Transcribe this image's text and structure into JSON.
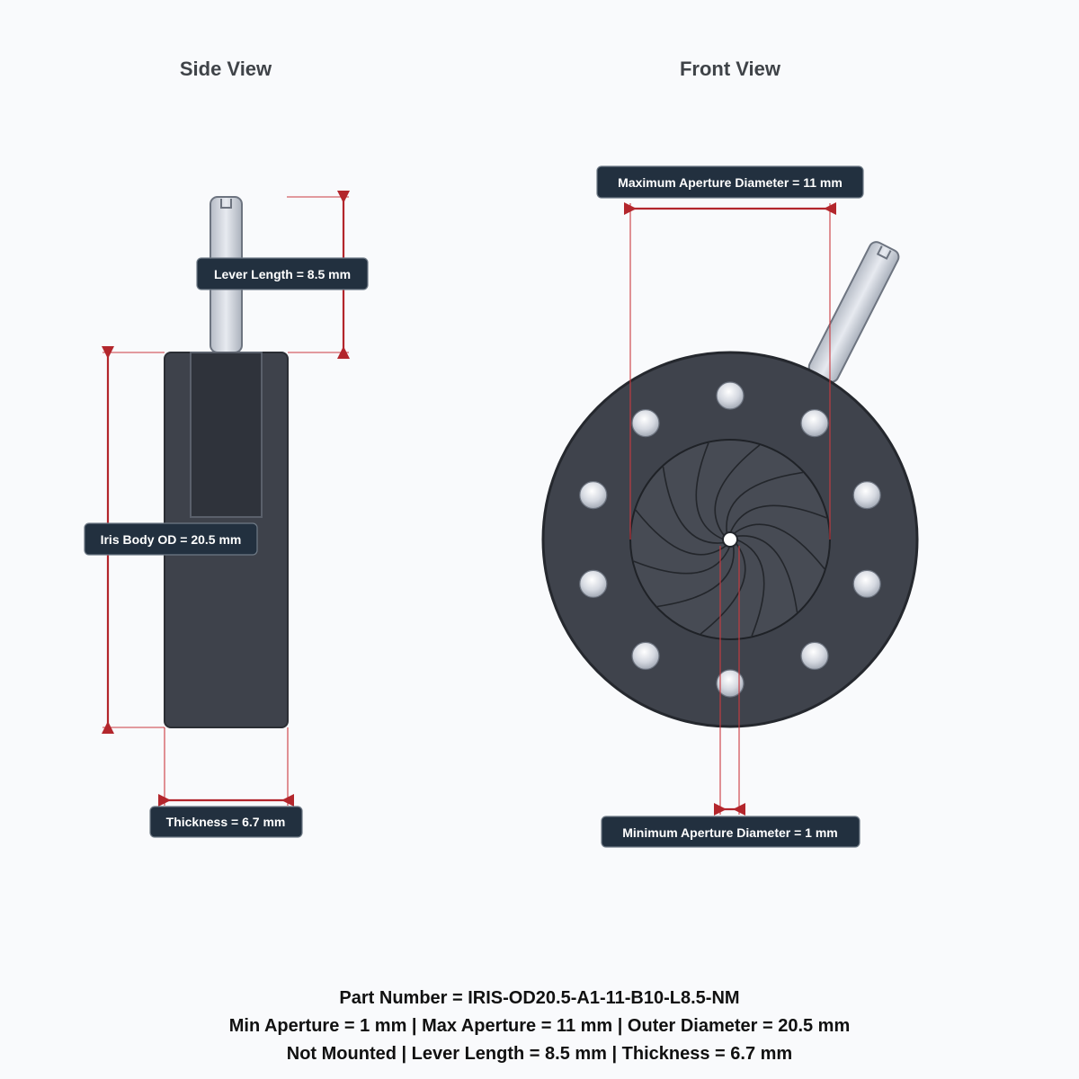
{
  "views": {
    "side_title": "Side View",
    "front_title": "Front View"
  },
  "dimensions": {
    "lever_length": "Lever Length = 8.5 mm",
    "body_od": "Iris Body OD = 20.5 mm",
    "thickness": "Thickness = 6.7 mm",
    "max_aperture": "Maximum Aperture Diameter = 11 mm",
    "min_aperture": "Minimum Aperture Diameter = 1 mm"
  },
  "footer": {
    "line1": "Part Number = IRIS-OD20.5-A1-11-B10-L8.5-NM",
    "line2": "Min Aperture = 1 mm | Max Aperture = 11 mm | Outer Diameter = 20.5 mm",
    "line3": "Not Mounted | Lever Length = 8.5 mm | Thickness = 6.7 mm"
  },
  "colors": {
    "dimension": "#b3262c",
    "label_background": "#22303f",
    "body": "#3e424b",
    "background": "#f9fafc"
  },
  "iris": {
    "mounting_holes": 10,
    "blades": 12
  }
}
